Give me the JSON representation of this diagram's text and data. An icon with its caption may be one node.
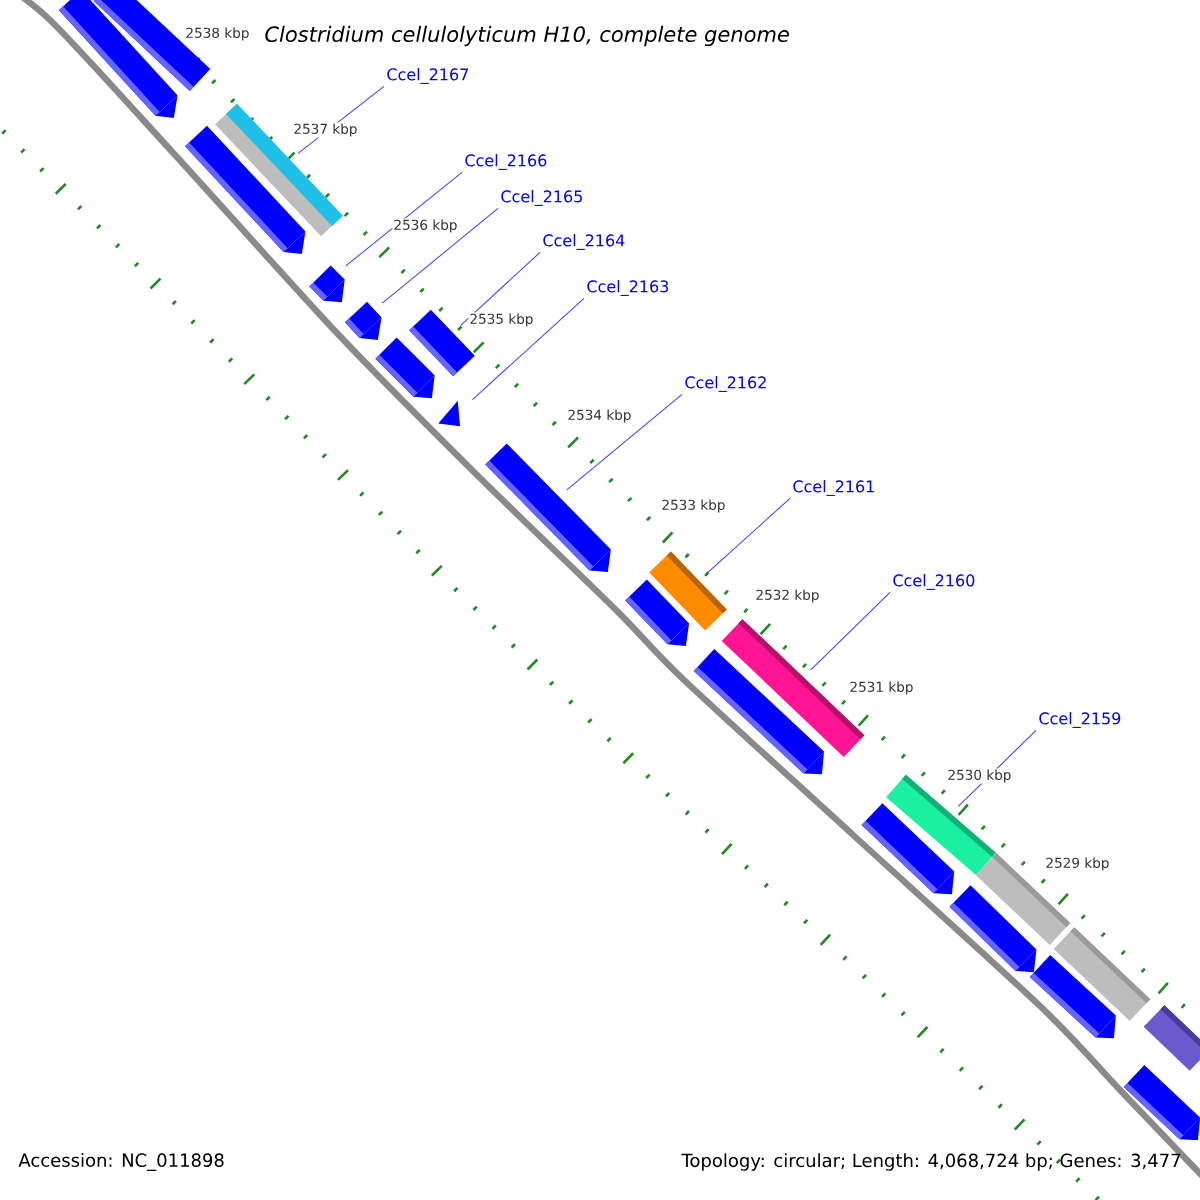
{
  "diagram": {
    "title": "Clostridium cellulolyticum H10, complete genome",
    "nodes": [
      {
        "text": [
          "Ccel_2167"
        ]
      },
      {
        "text": [
          "Ccel_2166"
        ]
      },
      {
        "text": [
          "Ccel_2165"
        ]
      },
      {
        "text": [
          "Ccel_2164"
        ]
      },
      {
        "text": [
          "Ccel_2163"
        ]
      },
      {
        "text": [
          "Ccel_2162"
        ]
      },
      {
        "text": [
          "Ccel_2161"
        ]
      },
      {
        "text": [
          "Ccel_2160"
        ]
      },
      {
        "text": [
          "Ccel_2159"
        ]
      },
      {
        "text": [],
        "shape": "bar"
      },
      {
        "text": [],
        "shape": "bar"
      },
      {
        "text": [],
        "shape": "bar"
      },
      {
        "text": [],
        "shape": "bar"
      },
      {
        "text": [],
        "shape": "bar"
      },
      {
        "text": [],
        "shape": "bar"
      },
      {
        "text": [],
        "shape": "bar"
      },
      {
        "text": [],
        "shape": "bar"
      },
      {
        "text": [],
        "shape": "bar"
      },
      {
        "text": [],
        "shape": "bar"
      },
      {
        "text": [],
        "shape": "bar"
      },
      {
        "text": [],
        "shape": "bar"
      },
      {
        "text": [],
        "shape": "bar"
      },
      {
        "text": [],
        "shape": "bar"
      },
      {
        "text": [],
        "shape": "bar"
      },
      {
        "text": [],
        "shape": "bar"
      },
      {
        "text": [],
        "shape": "bar"
      },
      {
        "text": [],
        "shape": "bar"
      },
      {
        "text": [],
        "shape": "bar"
      },
      {
        "text": [],
        "shape": "bar"
      },
      {
        "text": [],
        "shape": "bar"
      },
      {
        "text": [],
        "shape": "bar"
      }
    ],
    "edges": [
      {
        "from": 0,
        "to": 11,
        "arrow": "none"
      },
      {
        "from": 1,
        "to": 13,
        "arrow": "none"
      },
      {
        "from": 2,
        "to": 14,
        "arrow": "none"
      },
      {
        "from": 3,
        "to": 16,
        "arrow": "none"
      },
      {
        "from": 4,
        "to": 17,
        "arrow": "none"
      },
      {
        "from": 5,
        "to": 18,
        "arrow": "none"
      },
      {
        "from": 6,
        "to": 20,
        "arrow": "none"
      },
      {
        "from": 7,
        "to": 21,
        "arrow": "none"
      },
      {
        "from": 8,
        "to": 24,
        "arrow": "none"
      }
    ],
    "labels": [
      "2538 kbp",
      "2537 kbp",
      "2536 kbp",
      "2535 kbp",
      "2534 kbp",
      "2533 kbp",
      "2532 kbp",
      "2531 kbp",
      "2530 kbp",
      "2529 kbp",
      "Accession: NC_011898",
      "Topology: circular; Length: 4,068,724 bp; Genes: 3,477"
    ]
  }
}
